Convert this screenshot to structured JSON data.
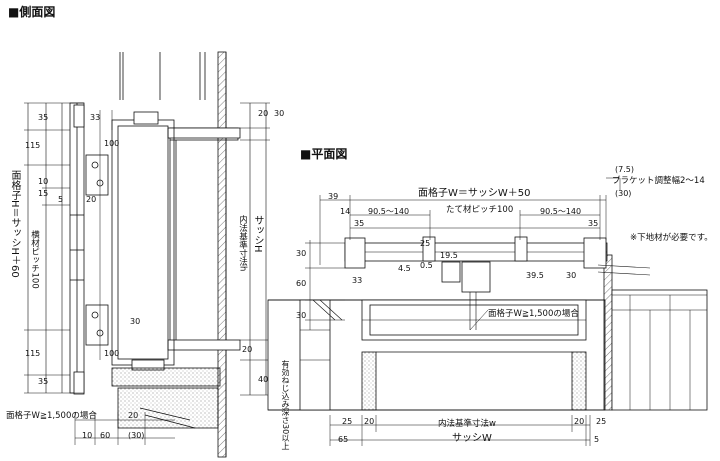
{
  "side": {
    "title": "■側面図",
    "grille_h": "面格子H＝サッシH＋60",
    "pitch": "横材ピッチ100",
    "inner_h": "内法基準寸法h",
    "sash_h": "サッシH",
    "note": "面格子W≧1,500の場合",
    "dims": {
      "d35a": "35",
      "d115a": "115",
      "d10": "10",
      "d15": "15",
      "d5": "5",
      "d20a": "20",
      "d33": "33",
      "d30a": "30",
      "d100a": "100",
      "d100b": "100",
      "d115b": "115",
      "d35b": "35",
      "d20b": "20",
      "d20c": "20",
      "d40": "40",
      "d60": "60",
      "d30b": "(30)",
      "d10b": "10",
      "d20d": "20",
      "d30c": "30"
    }
  },
  "plan": {
    "title": "■平面図",
    "grille_w": "面格子W＝サッシW＋50",
    "bracket": "ブラケット調整幅2～14",
    "bracket_a": "(7.5)",
    "bracket_b": "(30)",
    "pitch": "たて材ピッチ100",
    "note_base": "※下地材が必要です。",
    "note_w": "面格子W≧1,500の場合",
    "screw": "有効ねじ込み深さ30以上",
    "inner_w": "内法基準寸法w",
    "sash_w": "サッシW",
    "dims": {
      "d39": "39",
      "d14": "14",
      "r1": "90.5～140",
      "r2": "90.5～140",
      "d35a": "35",
      "d35b": "35",
      "d30a": "30",
      "d60": "60",
      "d30b": "30",
      "d33": "33",
      "d45": "4.5",
      "d25a": "25",
      "d05": "0.5",
      "d195": "19.5",
      "d395": "39.5",
      "d30c": "30",
      "d25b": "25",
      "d20a": "20",
      "d20b": "20",
      "d25c": "25",
      "d65": "65",
      "d5": "5"
    }
  }
}
